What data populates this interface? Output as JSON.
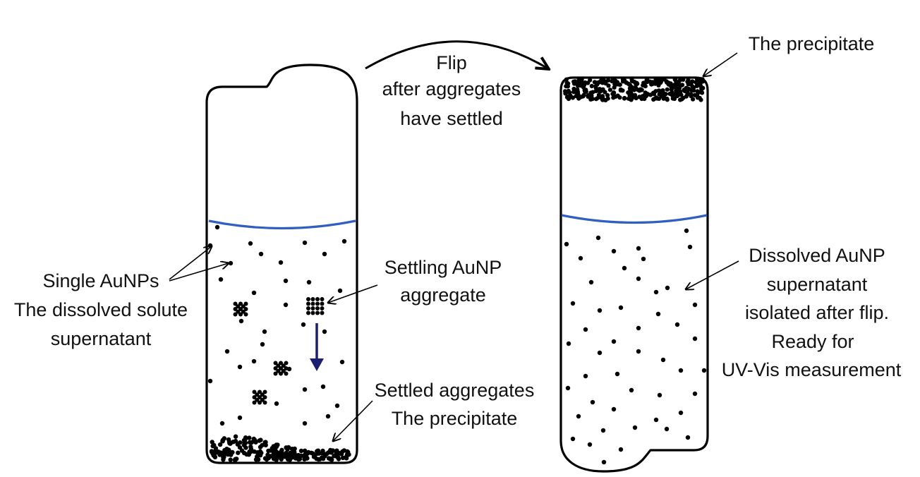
{
  "labels": {
    "flip_1": "Flip",
    "flip_2": "after aggregates",
    "flip_3": "have settled",
    "precip_top": "The precipitate",
    "single_1": "Single AuNPs",
    "single_2": "The dissolved solute",
    "single_3": "supernatant",
    "settling_1": "Settling AuNP",
    "settling_2": "aggregate",
    "settled_1": "Settled aggregates",
    "settled_2": "The precipitate",
    "dissolved_1": "Dissolved AuNP",
    "dissolved_2": "supernatant",
    "dissolved_3": "isolated after flip.",
    "dissolved_4": "Ready for",
    "dissolved_5": "UV-Vis measurement"
  },
  "colors": {
    "outline": "#000000",
    "liquid_surface": "#2f5fbf",
    "settling_arrow": "#1a1f6e",
    "particle": "#000000"
  }
}
